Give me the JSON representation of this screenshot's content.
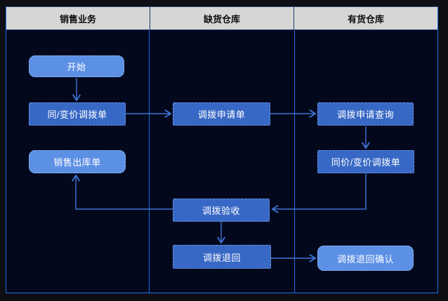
{
  "diagram": {
    "lanes": [
      {
        "id": "sales-business",
        "title": "销售业务"
      },
      {
        "id": "shortage-warehouse",
        "title": "缺货仓库"
      },
      {
        "id": "stocked-warehouse",
        "title": "有货仓库"
      }
    ],
    "nodes": [
      {
        "id": "start",
        "label": "开始",
        "lane": "销售业务",
        "shape": "rounded"
      },
      {
        "id": "same-or-changed-price-transfer-bill",
        "label": "同/变价调拨单",
        "lane": "销售业务",
        "shape": "rect"
      },
      {
        "id": "sales-outbound-bill",
        "label": "销售出库单",
        "lane": "销售业务",
        "shape": "rounded"
      },
      {
        "id": "transfer-application",
        "label": "调拨申请单",
        "lane": "缺货仓库",
        "shape": "rect"
      },
      {
        "id": "transfer-acceptance",
        "label": "调拨验收",
        "lane": "缺货仓库",
        "shape": "rect"
      },
      {
        "id": "transfer-return",
        "label": "调拨退回",
        "lane": "缺货仓库",
        "shape": "rect"
      },
      {
        "id": "transfer-application-query",
        "label": "调拨申请查询",
        "lane": "有货仓库",
        "shape": "rect"
      },
      {
        "id": "same-price-or-changed-price-transfer-bill",
        "label": "同价/变价调拨单",
        "lane": "有货仓库",
        "shape": "rect"
      },
      {
        "id": "transfer-return-confirm",
        "label": "调拨退回确认",
        "lane": "有货仓库",
        "shape": "rounded"
      }
    ],
    "edges": [
      {
        "from": "开始",
        "to": "同/变价调拨单"
      },
      {
        "from": "同/变价调拨单",
        "to": "调拨申请单"
      },
      {
        "from": "调拨申请单",
        "to": "调拨申请查询"
      },
      {
        "from": "调拨申请查询",
        "to": "同价/变价调拨单"
      },
      {
        "from": "同价/变价调拨单",
        "to": "调拨验收"
      },
      {
        "from": "调拨验收",
        "to": "销售出库单"
      },
      {
        "from": "调拨验收",
        "to": "调拨退回"
      },
      {
        "from": "调拨退回",
        "to": "调拨退回确认"
      }
    ],
    "colors": {
      "lane_header_bg": "#d6d6d6",
      "lane_header_text": "#0d0d0d",
      "node_deep_fill": "#3768c5",
      "node_light_fill": "#5c90e5",
      "node_text": "#ffffff",
      "edge_line": "#3f74d6",
      "grid_border": "#1a6ee6",
      "canvas_bg": "#03081c"
    }
  }
}
